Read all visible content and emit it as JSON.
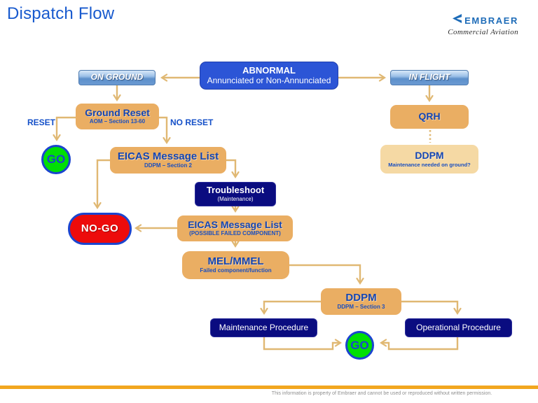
{
  "header": {
    "title": "Dispatch Flow",
    "logo": {
      "brand": "EMBRAER",
      "division": "Commercial Aviation"
    }
  },
  "colors": {
    "brand_blue": "#185ace",
    "node_tan": "#eaae63",
    "node_tan_light": "#f5d9a4",
    "node_navy": "#0a0c80",
    "node_royal_blue": "#2c55d6",
    "connector_tan": "#e0b873",
    "go_green": "#00df05",
    "no_go_red": "#ed0b0b",
    "outline_blue": "#1b44cf",
    "footer_orange": "#f2a71f"
  },
  "flow": {
    "abnormal": {
      "title": "ABNORMAL",
      "subtitle": "Annunciated or Non-Annunciated"
    },
    "on_ground": {
      "label": "ON GROUND"
    },
    "in_flight": {
      "label": "IN FLIGHT"
    },
    "ground_reset": {
      "title": "Ground Reset",
      "subtitle": "AOM – Section 13-60"
    },
    "branch_labels": {
      "reset": "RESET",
      "no_reset": "NO RESET"
    },
    "go_after_reset": {
      "label": "GO"
    },
    "qrh": {
      "title": "QRH"
    },
    "ddpm_in_flight": {
      "title": "DDPM",
      "subtitle": "Maintenance needed on ground?"
    },
    "eicas_list_1": {
      "title": "EICAS Message List",
      "subtitle": "DDPM – Section 2"
    },
    "troubleshoot": {
      "title": "Troubleshoot",
      "subtitle": "(Maintenance)"
    },
    "no_go": {
      "label": "NO-GO"
    },
    "eicas_list_2": {
      "title": "EICAS Message List",
      "subtitle": "(POSSIBLE FAILED COMPONENT)"
    },
    "mel_mmel": {
      "title": "MEL/MMEL",
      "subtitle": "Failed component/function"
    },
    "ddpm_dispatch": {
      "title": "DDPM",
      "subtitle": "DDPM – Section 3"
    },
    "maintenance_procedure": {
      "label": "Maintenance Procedure"
    },
    "operational_procedure": {
      "label": "Operational Procedure"
    },
    "go_final": {
      "label": "GO"
    }
  },
  "footer": {
    "disclaimer": "This information is property of Embraer and cannot be used or reproduced without written permission."
  }
}
